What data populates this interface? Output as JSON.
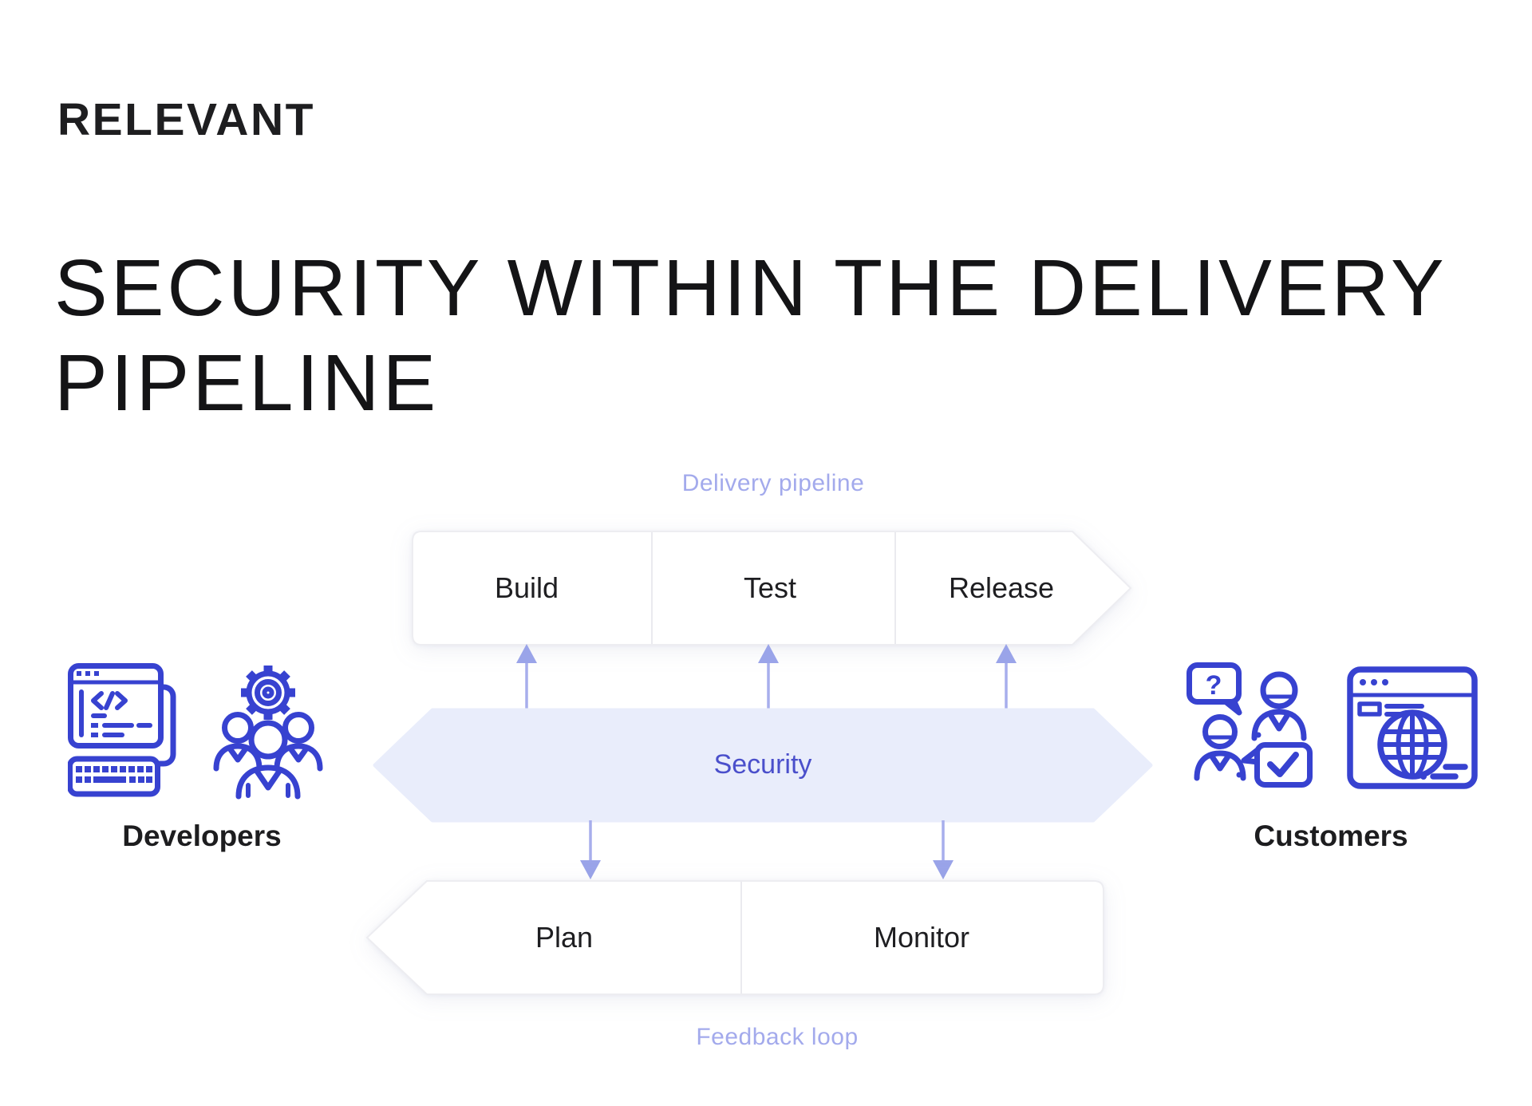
{
  "brand": {
    "logo_text": "RELEVANT"
  },
  "title": {
    "line1": "SECURITY WITHIN THE DELIVERY",
    "line2": "PIPELINE"
  },
  "diagram": {
    "top_flow_label": "Delivery pipeline",
    "pipeline_stages": [
      "Build",
      "Test",
      "Release"
    ],
    "security_label": "Security",
    "feedback_stages": [
      "Plan",
      "Monitor"
    ],
    "bottom_flow_label": "Feedback loop",
    "left_actor": {
      "label": "Developers",
      "icons": [
        "developer-workstation-icon",
        "team-gear-icon"
      ]
    },
    "right_actor": {
      "label": "Customers",
      "icons": [
        "customer-chat-icon",
        "website-globe-icon"
      ]
    },
    "glyphs": {
      "question_mark": "?"
    }
  },
  "colors": {
    "icon_blue": "#3742d0",
    "flow_label_periwinkle": "#a3aaec",
    "arrow_periwinkle": "#9aa4e9",
    "security_fill": "#e9edfb",
    "security_text": "#4a4fcb",
    "bar_border": "#ededf1",
    "text_dark": "#1d1d1f"
  }
}
